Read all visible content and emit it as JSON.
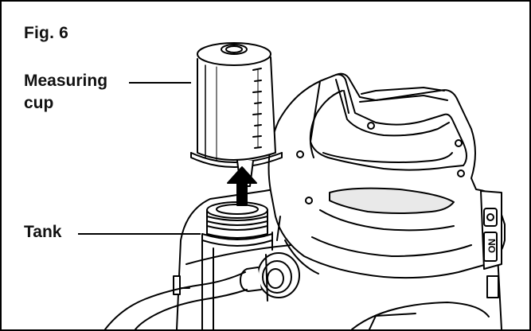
{
  "figure": {
    "label": "Fig. 6",
    "callouts": {
      "measuring_cup_line1": "Measuring",
      "measuring_cup_line2": "cup",
      "tank": "Tank"
    },
    "switch_label": "ON"
  },
  "colors": {
    "ink": "#000000",
    "paper": "#ffffff",
    "frame_border": "#000000",
    "shade": "#cfcfcf"
  }
}
